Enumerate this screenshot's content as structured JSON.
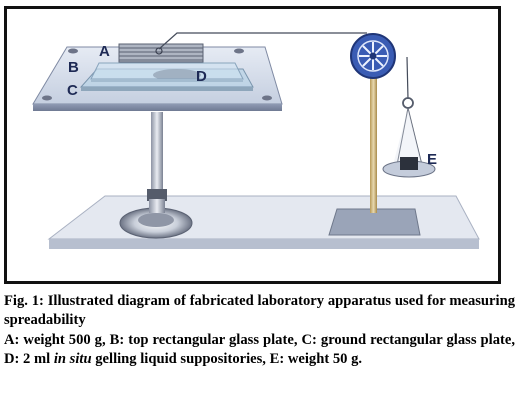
{
  "diagram": {
    "labels": {
      "A": "A",
      "B": "B",
      "C": "C",
      "D": "D",
      "E": "E"
    }
  },
  "caption": {
    "title": "Fig. 1: Illustrated diagram of fabricated laboratory apparatus used for measuring spreadability",
    "legend_part1": "A: weight 500 g, B: top rectangular glass plate, C: ground rectangular glass plate, D: 2 ml ",
    "legend_italic": "in situ",
    "legend_part2": " gelling liquid suppositories, E: weight 50 g."
  },
  "colors": {
    "frame": "#111111",
    "metal": "#b9c2d6",
    "base": "#dfe4ee",
    "pulley": "#2d4fa3",
    "label": "#1e2a55"
  }
}
